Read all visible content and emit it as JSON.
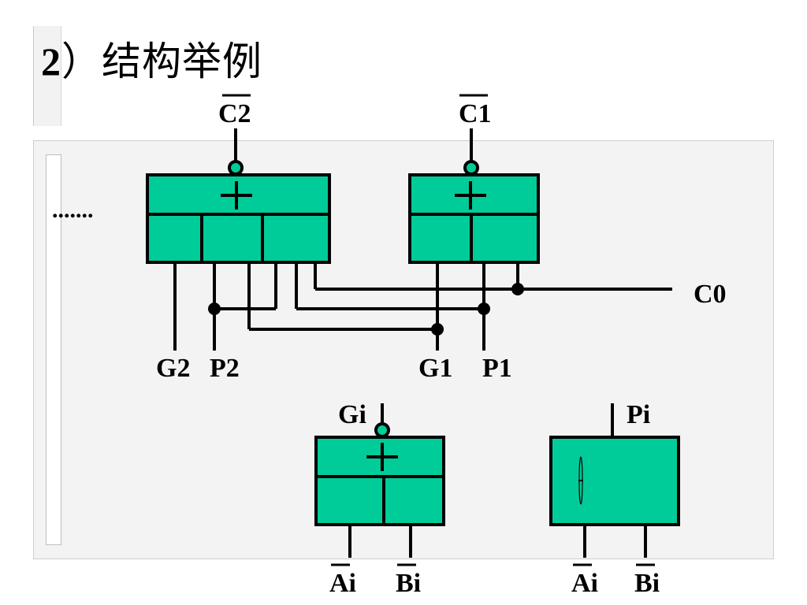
{
  "slide": {
    "title_number": "2",
    "title_text": "）结构举例"
  },
  "diagram": {
    "ellipsis": ".......",
    "top_outputs": [
      "C2",
      "C1"
    ],
    "carry_in": "C0",
    "bottom_inputs_upper": [
      "G2",
      "P2",
      "G1",
      "P1"
    ],
    "gate_g_output": "Gi",
    "gate_p_output": "Pi",
    "gate_inputs": [
      "Ai",
      "Bi",
      "Ai",
      "Bi"
    ],
    "or_symbol": "+",
    "colors": {
      "gate_fill": "#00cc99",
      "line": "#000000",
      "panel": "#f3f3f3"
    }
  }
}
